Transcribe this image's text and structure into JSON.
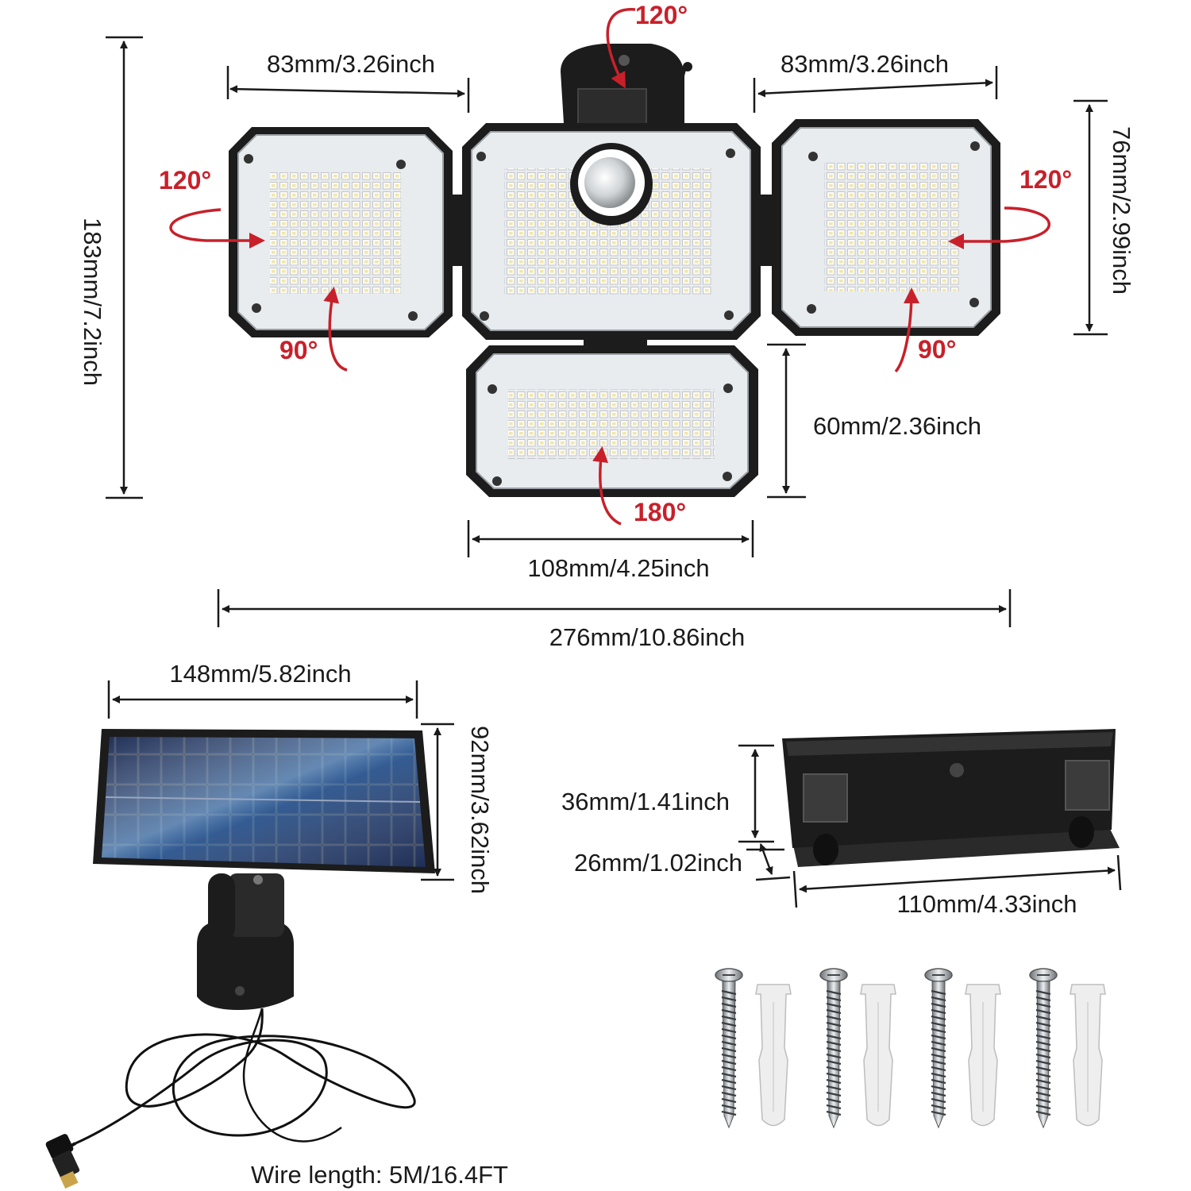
{
  "colors": {
    "accent": "#c8202a",
    "frame": "#1c1c1c",
    "panel_face": "#e9ecef",
    "led": "#fbfbf6",
    "solar_cell": "#1d2e57",
    "white_plastic": "#eeeeee"
  },
  "icons": {
    "sensor": "pir-motion-sensor-icon",
    "solar": "solar-panel-icon",
    "bracket": "wall-bracket-icon",
    "screw": "screw-icon",
    "anchor": "wall-anchor-icon",
    "cable": "dc-cable-icon"
  },
  "lamp": {
    "top_rotation": "120°",
    "left_rotation_h": "120°",
    "left_rotation_v": "90°",
    "right_rotation_h": "120°",
    "right_rotation_v": "90°",
    "bottom_rotation": "180°",
    "left_width": "83mm/3.26inch",
    "right_width": "83mm/3.26inch",
    "side_height": "76mm/2.99inch",
    "total_height": "183mm/7.2inch",
    "bottom_height": "60mm/2.36inch",
    "center_width": "108mm/4.25inch",
    "total_width": "276mm/10.86inch"
  },
  "solar": {
    "width": "148mm/5.82inch",
    "height": "92mm/3.62inch",
    "wire_length": "Wire length: 5M/16.4FT"
  },
  "bracket": {
    "height_back": "36mm/1.41inch",
    "height_base": "26mm/1.02inch",
    "width": "110mm/4.33inch"
  },
  "hardware": {
    "screw_count": 4,
    "anchor_count": 4
  }
}
